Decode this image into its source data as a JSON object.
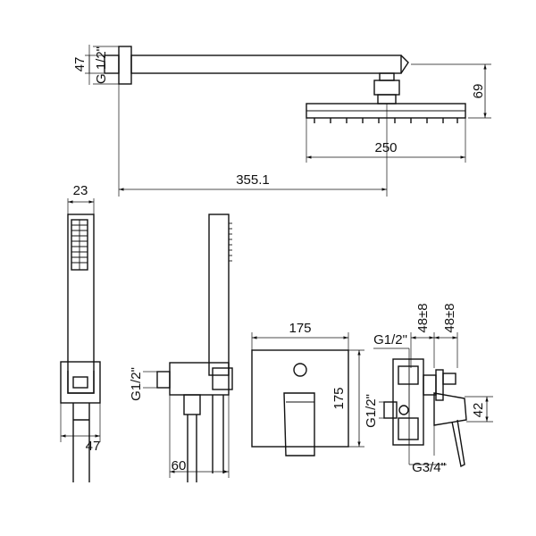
{
  "drawing": {
    "arm": {
      "height_label": "47",
      "thread_label": "G 1/2\"",
      "length_label": "355.1",
      "drop_label": "69"
    },
    "shower_head": {
      "width_label": "250"
    },
    "hand_shower": {
      "width_label": "23",
      "bracket_label": "47"
    },
    "wall_outlet": {
      "thread_label": "G1/2\"",
      "depth_label": "60"
    },
    "mixer_plate": {
      "width_label": "175",
      "height_label": "175"
    },
    "body_side": {
      "thread_top_label": "G1/2\"",
      "thread_left_label": "G1/2\"",
      "thread_bottom_label": "G3/4\"",
      "depth_a_label": "48±8",
      "depth_b_label": "48±8",
      "lever_label": "42"
    }
  }
}
